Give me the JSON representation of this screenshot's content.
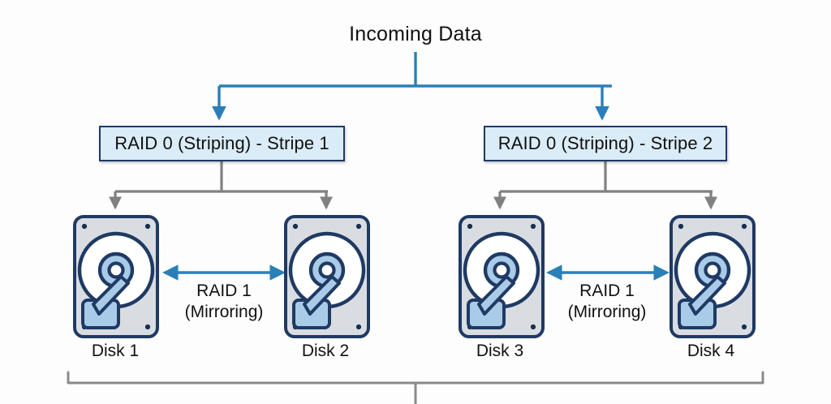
{
  "diagram": {
    "title": "Incoming Data",
    "colors": {
      "background": "#fdfdfd",
      "flow_blue": "#2a7fb8",
      "box_border": "#1f3a63",
      "box_fill": "#daecf7",
      "connector_gray": "#808080",
      "disk_border": "#1f3a63",
      "disk_case_fill": "#d9dde2",
      "disk_platter_fill": "#ffffff",
      "disk_accent_fill": "#a9cbe8",
      "bracket_gray": "#8a8a8a",
      "text": "#111111"
    },
    "stripes": [
      {
        "label": "RAID 0 (Striping) - Stripe 1"
      },
      {
        "label": "RAID 0 (Striping) - Stripe 2"
      }
    ],
    "mirrors": [
      {
        "line1": "RAID 1",
        "line2": "(Mirroring)"
      },
      {
        "line1": "RAID 1",
        "line2": "(Mirroring)"
      }
    ],
    "disks": [
      {
        "caption": "Disk 1"
      },
      {
        "caption": "Disk 2"
      },
      {
        "caption": "Disk 3"
      },
      {
        "caption": "Disk 4"
      }
    ]
  }
}
